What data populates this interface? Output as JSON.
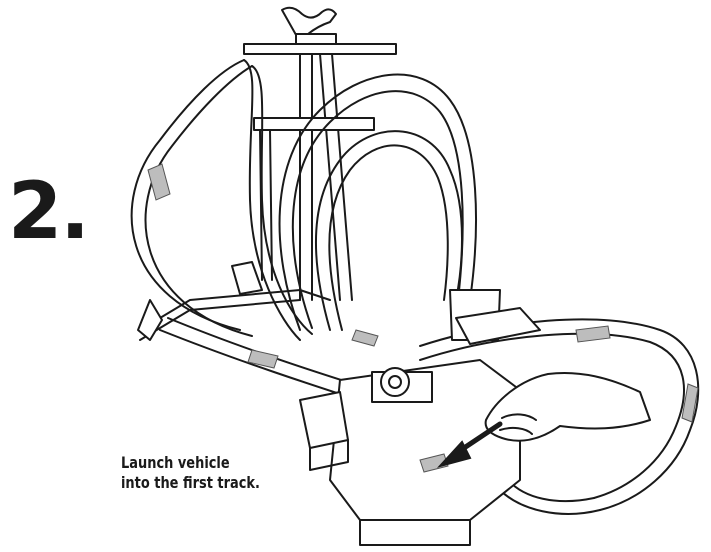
{
  "step": {
    "number": "2."
  },
  "caption": {
    "line1": "Launch vehicle",
    "line2": "into the first track."
  },
  "colors": {
    "ink": "#1a1a1a",
    "paper": "#ffffff",
    "car_shade": "#bdbdbd"
  },
  "icons": {
    "pointer": "arrow-pointer-icon"
  }
}
